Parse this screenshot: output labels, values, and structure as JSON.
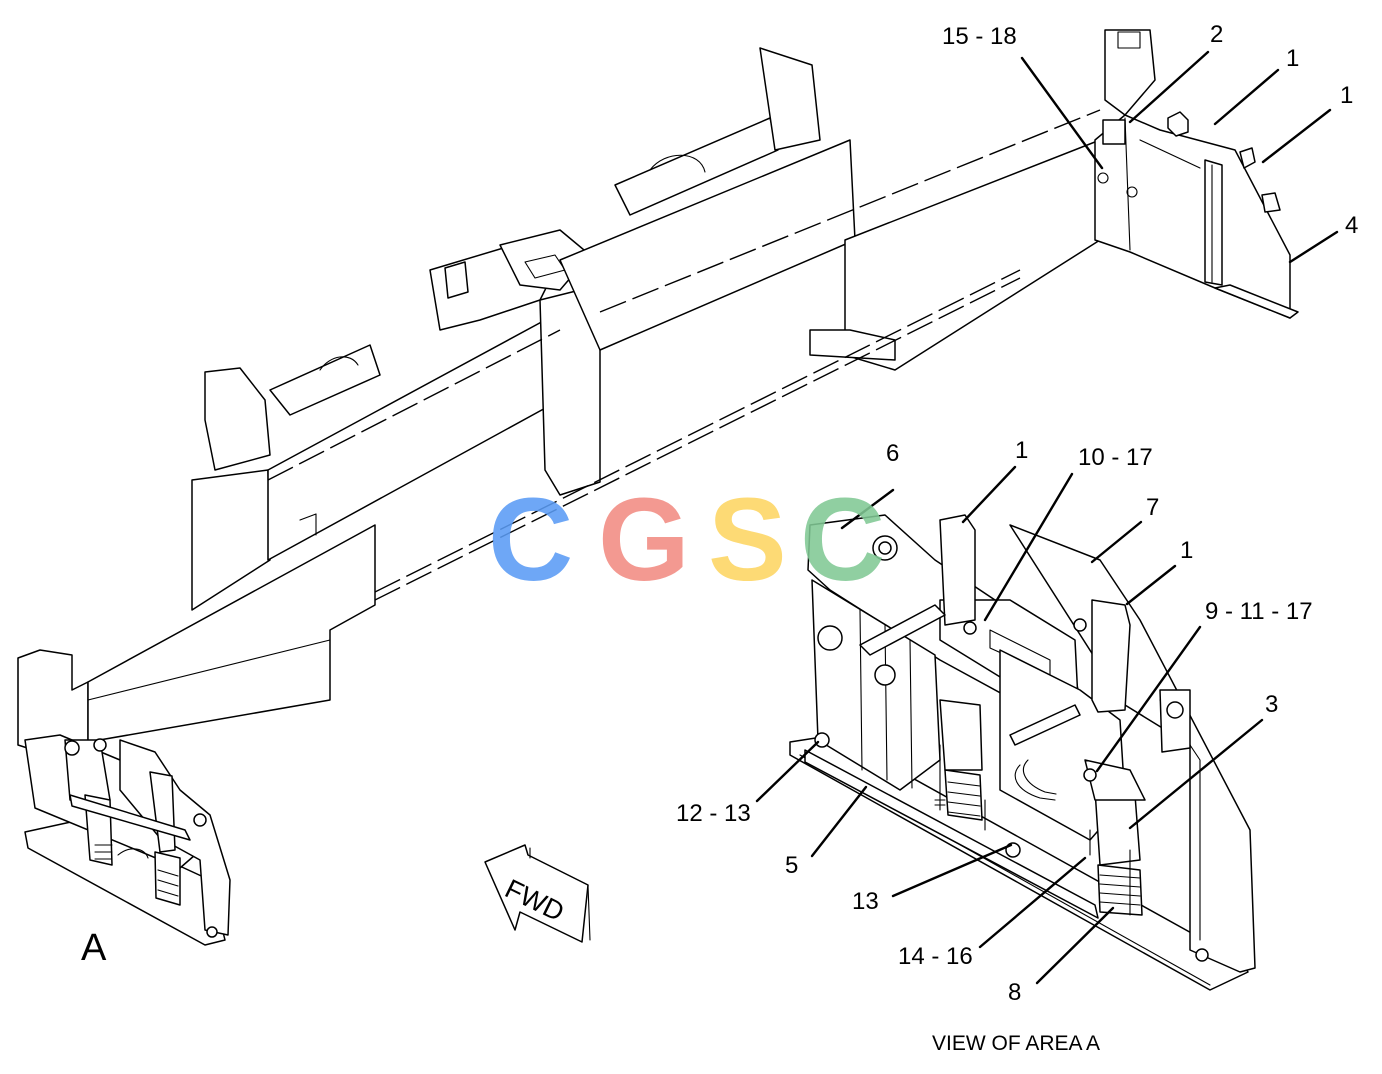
{
  "diagram": {
    "view_label": "A",
    "caption": "VIEW OF AREA  A",
    "direction_arrow": "FWD"
  },
  "callouts": {
    "c15_18": "15 - 18",
    "c2": "2",
    "c1_top_a": "1",
    "c1_top_b": "1",
    "c4": "4",
    "c6": "6",
    "c1_mid_a": "1",
    "c10_17": "10 - 17",
    "c7": "7",
    "c1_mid_b": "1",
    "c9_11_17": "9 - 11 - 17",
    "c3": "3",
    "c12_13": "12 - 13",
    "c5": "5",
    "c13": "13",
    "c14_16": "14 - 16",
    "c8": "8"
  },
  "watermark": {
    "letters": [
      "C",
      "G",
      "S",
      "C"
    ],
    "colors": [
      "#5b9cf5",
      "#f28b82",
      "#fdd663",
      "#81c995"
    ]
  }
}
